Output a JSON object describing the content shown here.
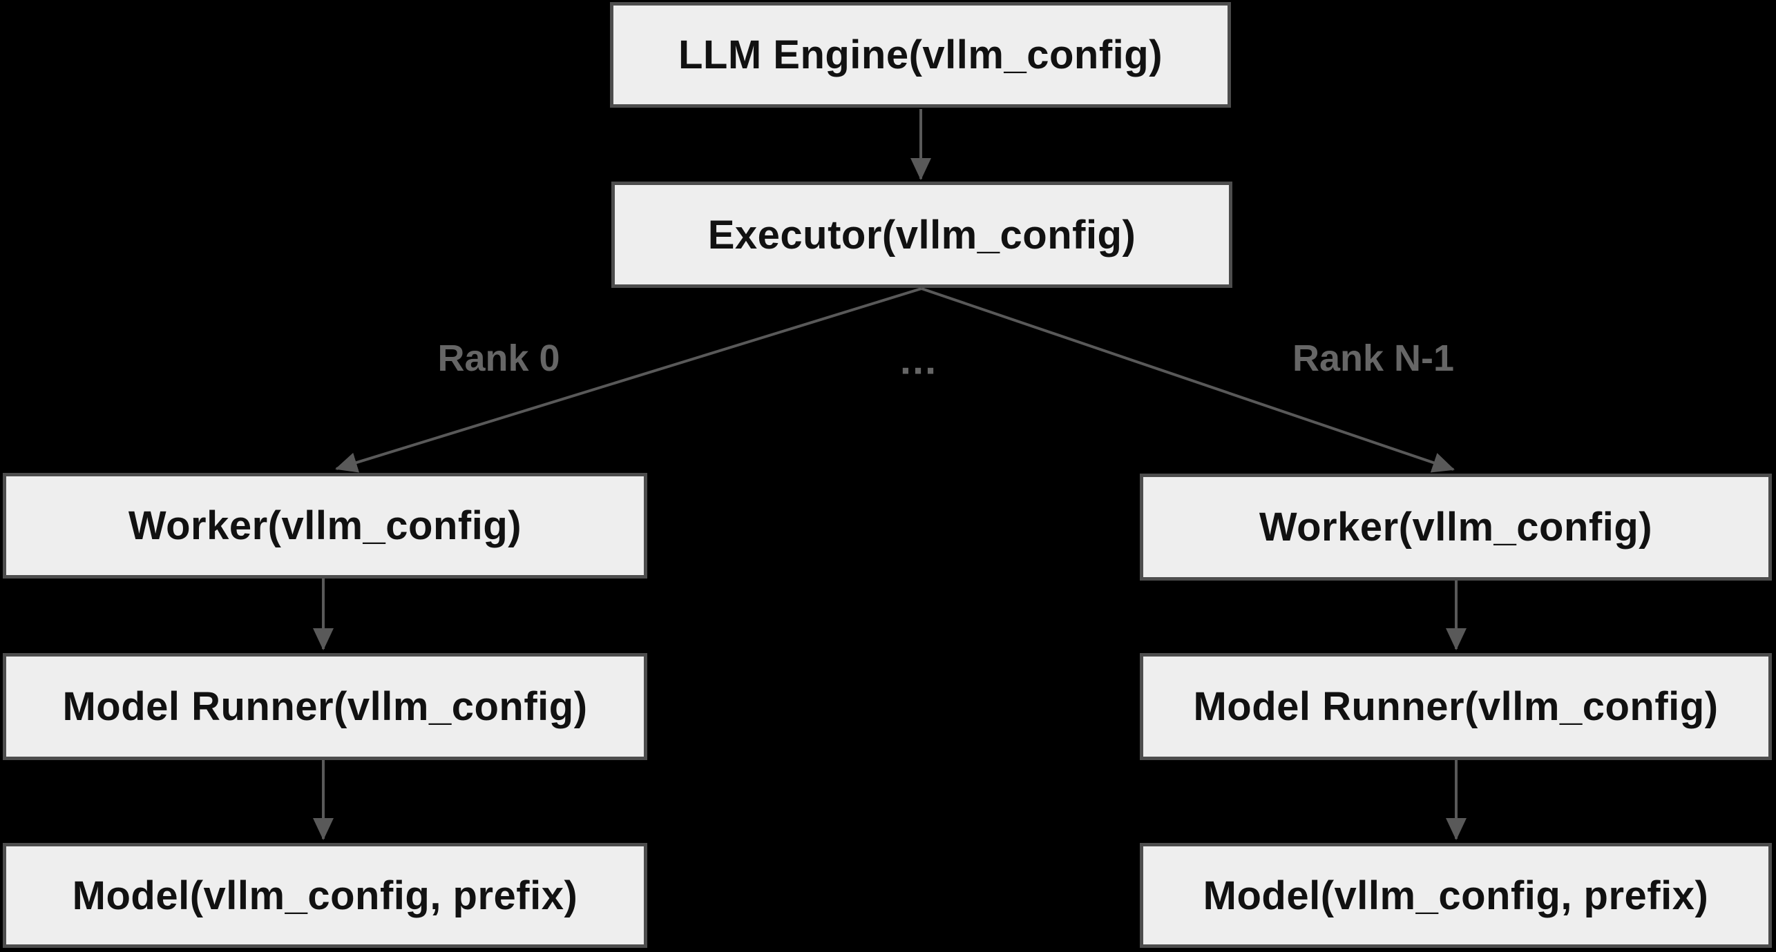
{
  "diagram": {
    "colors": {
      "background": "#000000",
      "node_fill": "#eeeeee",
      "node_border": "#4d4d4d",
      "node_text": "#111111",
      "edge": "#595959",
      "edge_label": "#666666"
    },
    "nodes": {
      "llm_engine": {
        "label": "LLM Engine(vllm_config)"
      },
      "executor": {
        "label": "Executor(vllm_config)"
      },
      "worker_rank0": {
        "label": "Worker(vllm_config)"
      },
      "worker_rankn": {
        "label": "Worker(vllm_config)"
      },
      "model_runner_rank0": {
        "label": "Model Runner(vllm_config)"
      },
      "model_runner_rankn": {
        "label": "Model Runner(vllm_config)"
      },
      "model_rank0": {
        "label": "Model(vllm_config, prefix)"
      },
      "model_rankn": {
        "label": "Model(vllm_config, prefix)"
      }
    },
    "edge_labels": {
      "rank0": "Rank 0",
      "ellipsis": "...",
      "rankn": "Rank N-1"
    }
  }
}
